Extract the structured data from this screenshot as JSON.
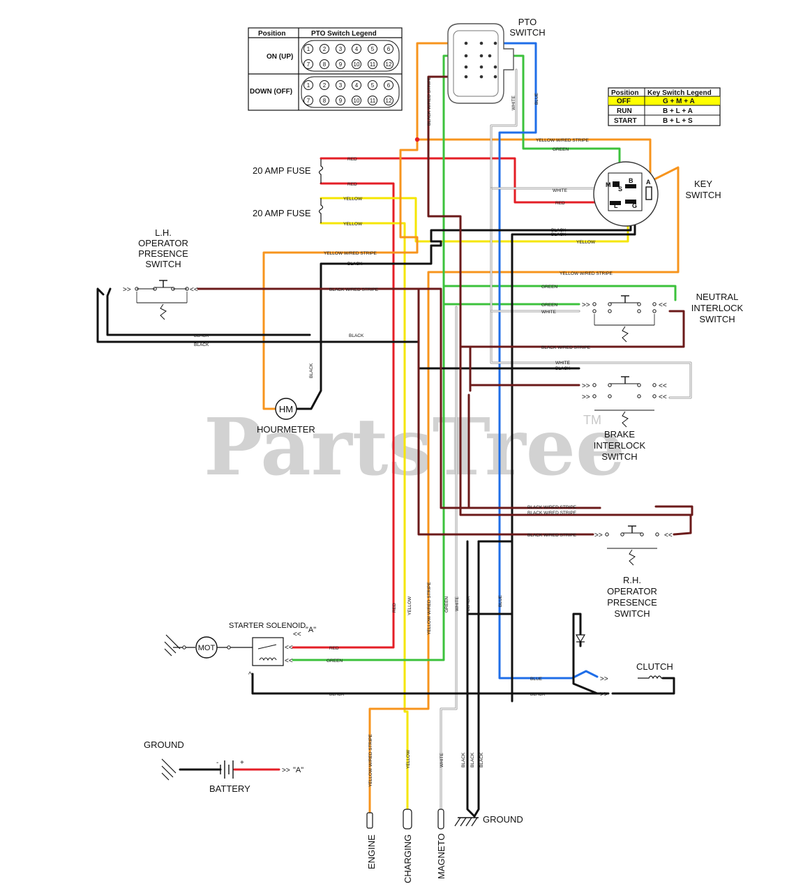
{
  "colors": {
    "red": "#e41e26",
    "yellow": "#f5e600",
    "orange": "#f7941d",
    "green": "#3cc23c",
    "blue": "#1f6ee8",
    "black": "#111111",
    "black_red": "#6b1a1a",
    "white_wire": "#9a9a9a",
    "off_highlight": "#ffff00",
    "watermark": "#d2d2d2"
  },
  "watermark": {
    "text": "PartsTree",
    "tm": "TM"
  },
  "pto_legend": {
    "col_position": "Position",
    "col_legend": "PTO Switch Legend",
    "rows": [
      {
        "position": "ON (UP)",
        "pins": [
          "1",
          "2",
          "3",
          "4",
          "5",
          "6",
          "7",
          "8",
          "9",
          "10",
          "11",
          "12"
        ]
      },
      {
        "position": "DOWN (OFF)",
        "pins": [
          "1",
          "2",
          "3",
          "4",
          "5",
          "6",
          "7",
          "8",
          "9",
          "10",
          "11",
          "12"
        ]
      }
    ]
  },
  "key_legend": {
    "col_position": "Position",
    "col_legend": "Key Switch Legend",
    "rows": [
      {
        "position": "OFF",
        "value": "G + M + A"
      },
      {
        "position": "RUN",
        "value": "B + L + A"
      },
      {
        "position": "START",
        "value": "B + L + S"
      }
    ]
  },
  "components": {
    "pto_switch": "PTO\nSWITCH",
    "key_switch": "KEY\nSWITCH",
    "fuse_1": "20 AMP FUSE",
    "fuse_2": "20 AMP FUSE",
    "lh_presence": "L.H.\nOPERATOR\nPRESENCE\nSWITCH",
    "hourmeter": "HOURMETER",
    "hm": "HM",
    "neutral": "NEUTRAL\nINTERLOCK\nSWITCH",
    "brake": "BRAKE\nINTERLOCK\nSWITCH",
    "rh_presence": "R.H.\nOPERATOR\nPRESENCE\nSWITCH",
    "starter": "STARTER SOLENOID",
    "starter_a": "\"A\"",
    "mot": "MOT",
    "clutch": "CLUTCH",
    "ground_top": "GROUND",
    "battery": "BATTERY",
    "battery_a": "\"A\"",
    "ground_bottom": "GROUND",
    "engine": "ENGINE",
    "charging": "CHARGING",
    "magneto": "MAGNETO",
    "key_pins": [
      "M",
      "B",
      "A",
      "L",
      "G",
      "S"
    ],
    "battery_minus": "-",
    "battery_plus": "+"
  },
  "wire_labels": {
    "red": "RED",
    "yellow": "YELLOW",
    "green": "GREEN",
    "blue": "BLUE",
    "white": "WHITE",
    "black": "BLACK",
    "yellow_red": "YELLOW W/RED STRIPE",
    "black_red": "BLACK W/RED STRIPE"
  }
}
